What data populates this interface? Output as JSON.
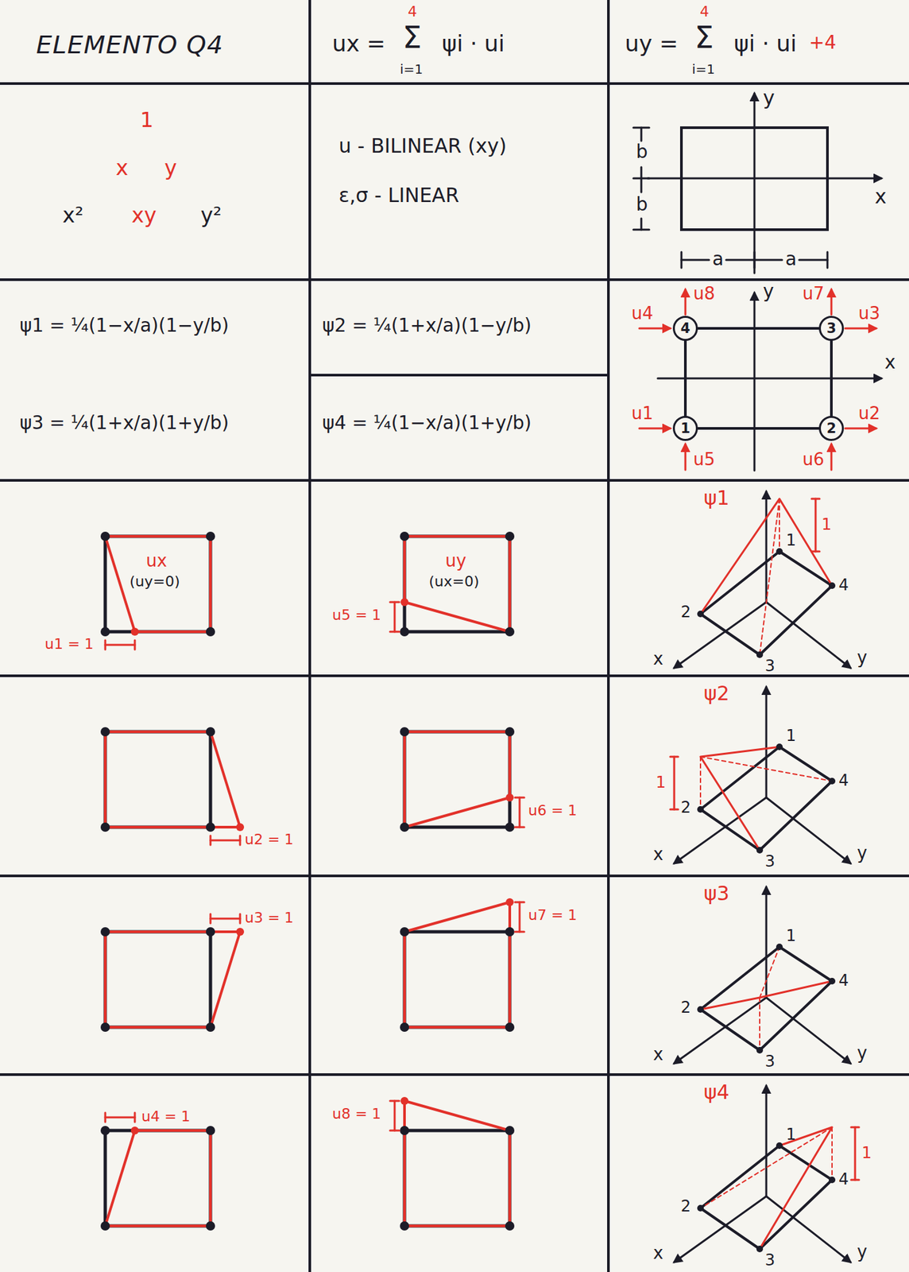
{
  "diagram": {
    "title": "ELEMENTO Q4",
    "nodes": [
      {
        "text": [
          "4"
        ]
      },
      {
        "text": [
          "3"
        ]
      },
      {
        "text": [
          "1"
        ]
      },
      {
        "text": [
          "2"
        ]
      }
    ],
    "edges": [
      {
        "from": 0,
        "to": 1,
        "arrow": "none"
      },
      {
        "from": 1,
        "to": 3,
        "arrow": "none"
      },
      {
        "from": 3,
        "to": 2,
        "arrow": "none"
      },
      {
        "from": 2,
        "to": 0,
        "arrow": "none"
      }
    ],
    "labels": [
      "ux =",
      "4",
      "Σ",
      "i=1",
      "ψi · ui",
      "uy =",
      "4",
      "Σ",
      "i=1",
      "ψi · ui",
      "+4",
      "1",
      "x",
      "y",
      "x²",
      "xy",
      "y²",
      "u - BILINEAR (xy)",
      "ε,σ - LINEAR",
      "y",
      "x",
      "b",
      "b",
      "a",
      "a",
      "ψ1 = ¼(1−x/a)(1−y/b)",
      "ψ2 = ¼(1+x/a)(1−y/b)",
      "ψ3 = ¼(1+x/a)(1+y/b)",
      "ψ4 = ¼(1−x/a)(1+y/b)",
      "u4",
      "u8",
      "y",
      "u7",
      "u3",
      "x",
      "u1",
      "u2",
      "u5",
      "u6",
      "ux",
      "(uy=0)",
      "u1 = 1",
      "uy",
      "(ux=0)",
      "u5 = 1",
      "ψ1",
      "1",
      "1",
      "4",
      "2",
      "x",
      "3",
      "y",
      "u2 = 1",
      "u6 = 1",
      "ψ2",
      "1",
      "1",
      "4",
      "2",
      "x",
      "3",
      "y",
      "u3 = 1",
      "u7 = 1",
      "ψ3",
      "1",
      "4",
      "2",
      "x",
      "3",
      "y",
      "u4 = 1",
      "u8 = 1",
      "ψ4",
      "1",
      "1",
      "4",
      "2",
      "x",
      "3",
      "y"
    ]
  }
}
